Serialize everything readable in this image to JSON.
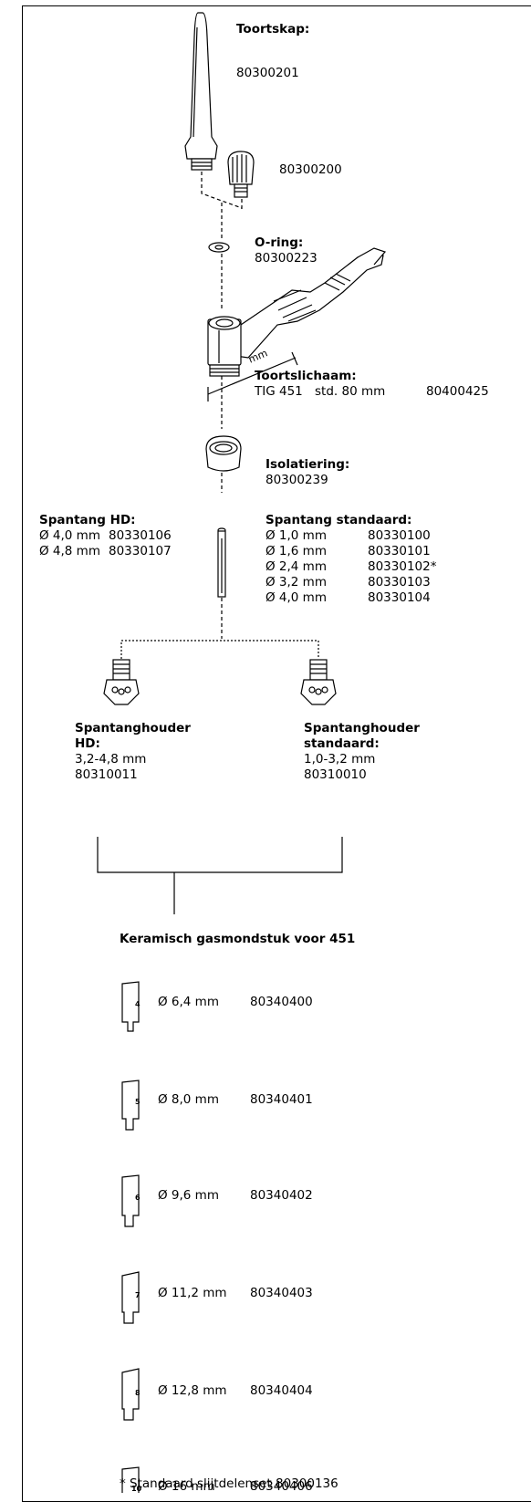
{
  "cap": {
    "title": "Toortskap:",
    "long_code": "80300201",
    "short_code": "80300200"
  },
  "oring": {
    "title": "O-ring:",
    "code": "80300223"
  },
  "body": {
    "dim_label": "mm",
    "title": "Toortslichaam:",
    "spec": "TIG 451",
    "std_length": "std. 80 mm",
    "code": "80400425"
  },
  "insulator": {
    "title": "Isolatiering:",
    "code": "80300239"
  },
  "collet_hd": {
    "title": "Spantang HD:",
    "rows": [
      {
        "size": "Ø 4,0 mm",
        "code": "80330106"
      },
      {
        "size": "Ø 4,8 mm",
        "code": "80330107"
      }
    ]
  },
  "collet_std": {
    "title": "Spantang standaard:",
    "rows": [
      {
        "size": "Ø 1,0 mm",
        "code": "80330100"
      },
      {
        "size": "Ø 1,6 mm",
        "code": "80330101"
      },
      {
        "size": "Ø 2,4 mm",
        "code": "80330102*"
      },
      {
        "size": "Ø 3,2 mm",
        "code": "80330103"
      },
      {
        "size": "Ø 4,0 mm",
        "code": "80330104"
      }
    ]
  },
  "holder_hd": {
    "title1": "Spantanghouder",
    "title2": "HD:",
    "range": "3,2-4,8 mm",
    "code": "80310011"
  },
  "holder_std": {
    "title1": "Spantanghouder",
    "title2": "standaard:",
    "range": "1,0-3,2 mm",
    "code": "80310010"
  },
  "nozzles": {
    "title": "Keramisch gasmondstuk voor 451",
    "items": [
      {
        "num": "4",
        "size": "Ø 6,4 mm",
        "code": "80340400"
      },
      {
        "num": "5",
        "size": "Ø 8,0 mm",
        "code": "80340401"
      },
      {
        "num": "6",
        "size": "Ø 9,6 mm",
        "code": "80340402"
      },
      {
        "num": "7",
        "size": "Ø 11,2 mm",
        "code": "80340403"
      },
      {
        "num": "8",
        "size": "Ø 12,8 mm",
        "code": "80340404"
      },
      {
        "num": "10",
        "size": "Ø 16 mm",
        "code": "80340406"
      }
    ]
  },
  "footnote": "*  Standaard slijtdelenset 80300136"
}
